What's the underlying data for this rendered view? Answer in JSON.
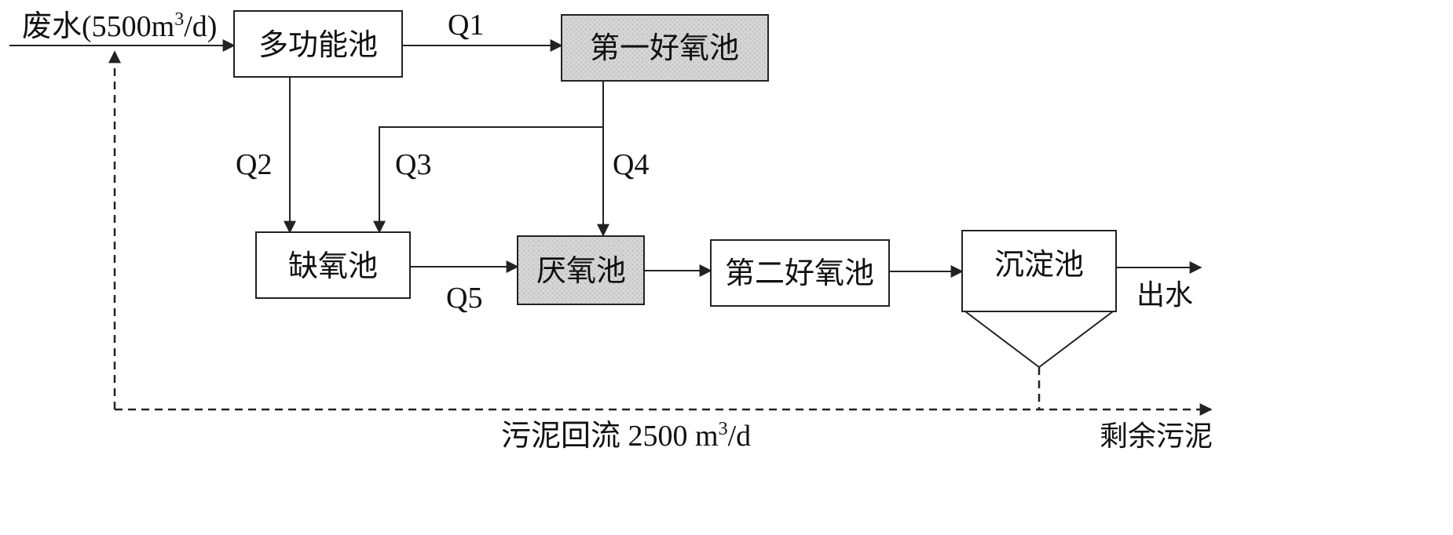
{
  "inputs": {
    "wastewater": {
      "prefix": "废水(5500m",
      "sup": "3",
      "suffix": "/d)"
    }
  },
  "units": {
    "multifunction": "多功能池",
    "aerobic1": "第一好氧池",
    "anoxic": "缺氧池",
    "anaerobic": "厌氧池",
    "aerobic2": "第二好氧池",
    "settling": "沉淀池"
  },
  "flows": {
    "q1": "Q1",
    "q2": "Q2",
    "q3": "Q3",
    "q4": "Q4",
    "q5": "Q5"
  },
  "outputs": {
    "effluent": "出水",
    "excess_sludge": "剩余污泥"
  },
  "recycle": {
    "prefix": "污泥回流 2500 m",
    "sup": "3",
    "suffix": "/d"
  },
  "colors": {
    "line": "#222222",
    "shaded_fill": "#d9d9d9"
  }
}
